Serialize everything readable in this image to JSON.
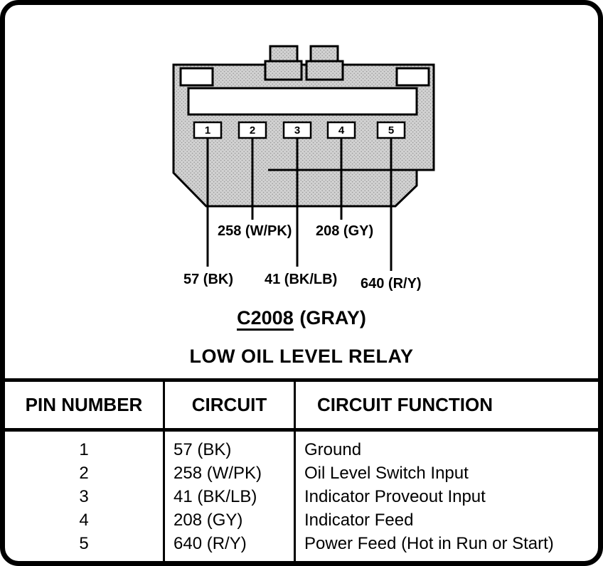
{
  "diagram": {
    "connector_id": "C2008",
    "connector_color_label": "(GRAY)",
    "subtitle": "LOW OIL LEVEL RELAY",
    "pins": [
      {
        "number": "1",
        "wire_label": "57 (BK)"
      },
      {
        "number": "2",
        "wire_label": "258 (W/PK)"
      },
      {
        "number": "3",
        "wire_label": "41 (BK/LB)"
      },
      {
        "number": "4",
        "wire_label": "208 (GY)"
      },
      {
        "number": "5",
        "wire_label": "640 (R/Y)"
      }
    ],
    "colors": {
      "outline": "#000000",
      "connector_body": "#d2d2d2",
      "stipple_dot": "#9a9a9a"
    }
  },
  "table": {
    "headers": [
      "PIN NUMBER",
      "CIRCUIT",
      "CIRCUIT FUNCTION"
    ],
    "rows": [
      {
        "pin": "1",
        "circuit": "57 (BK)",
        "function": "Ground"
      },
      {
        "pin": "2",
        "circuit": "258 (W/PK)",
        "function": "Oil Level Switch Input"
      },
      {
        "pin": "3",
        "circuit": "41 (BK/LB)",
        "function": "Indicator Proveout Input"
      },
      {
        "pin": "4",
        "circuit": "208 (GY)",
        "function": "Indicator Feed"
      },
      {
        "pin": "5",
        "circuit": "640 (R/Y)",
        "function": "Power Feed (Hot in Run or Start)"
      }
    ]
  }
}
